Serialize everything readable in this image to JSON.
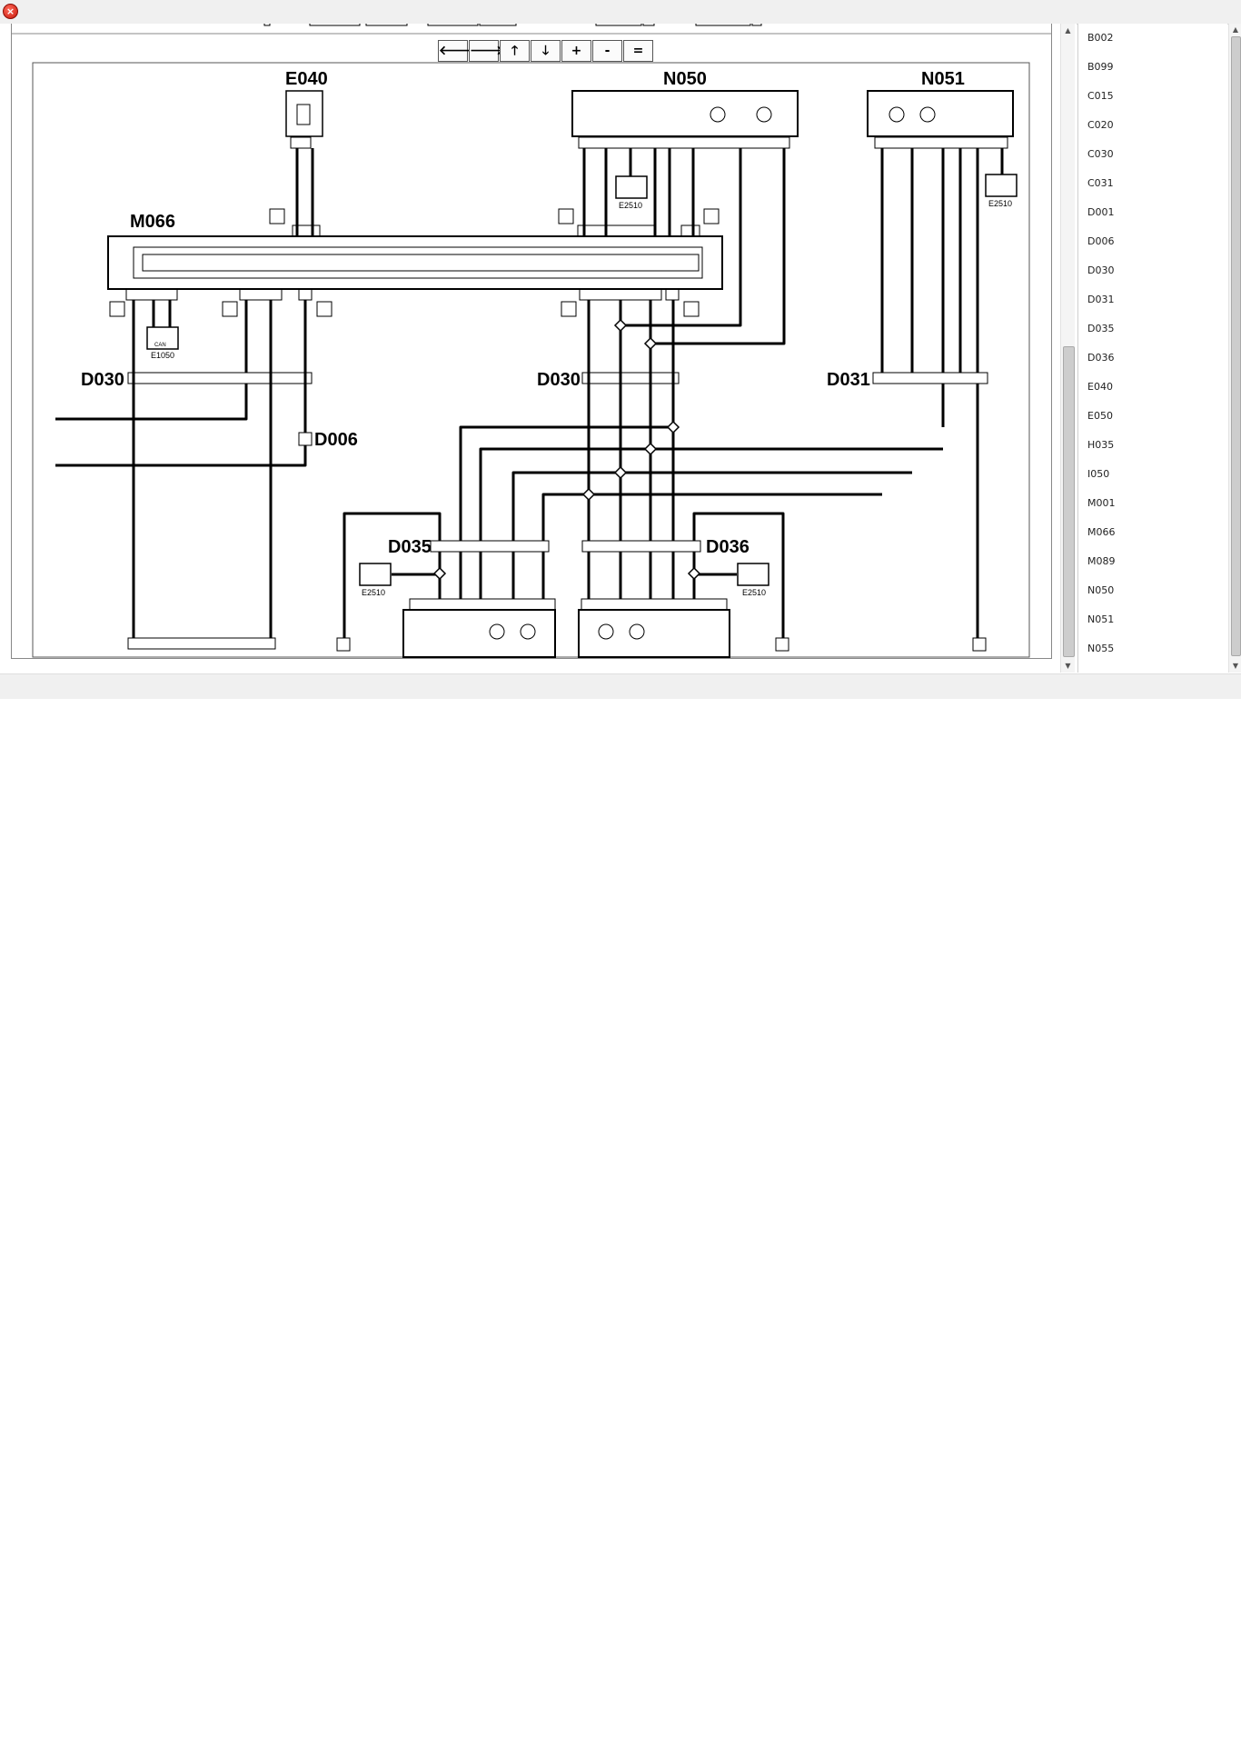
{
  "window": {
    "close_icon": "close-icon",
    "close_glyph": "×"
  },
  "toolbar": {
    "buttons": [
      {
        "icon": "arrow-left-icon",
        "glyph": "🡐"
      },
      {
        "icon": "arrow-right-icon",
        "glyph": "🡒"
      },
      {
        "icon": "arrow-up-icon",
        "glyph": "🡑"
      },
      {
        "icon": "arrow-down-icon",
        "glyph": "🡓"
      },
      {
        "icon": "zoom-in-icon",
        "glyph": "+"
      },
      {
        "icon": "zoom-out-icon",
        "glyph": "-"
      },
      {
        "icon": "zoom-fit-icon",
        "glyph": "="
      }
    ]
  },
  "components": {
    "e040": "E040",
    "n050": "N050",
    "n051": "N051",
    "m066": "M066",
    "d030_left": "D030",
    "d030_mid": "D030",
    "d031": "D031",
    "d006": "D006",
    "d035": "D035",
    "d036": "D036",
    "e1050": "E1050",
    "e2510": "E2510",
    "can": "CAN"
  },
  "connector_list": {
    "items": [
      "B002",
      "B099",
      "C015",
      "C020",
      "C030",
      "C031",
      "D001",
      "D006",
      "D030",
      "D031",
      "D035",
      "D036",
      "E040",
      "E050",
      "H035",
      "I050",
      "M001",
      "M066",
      "M089",
      "N050",
      "N051",
      "N055"
    ]
  },
  "colors": {
    "wire": "#000000",
    "background": "#ffffff",
    "frame": "#888888"
  }
}
